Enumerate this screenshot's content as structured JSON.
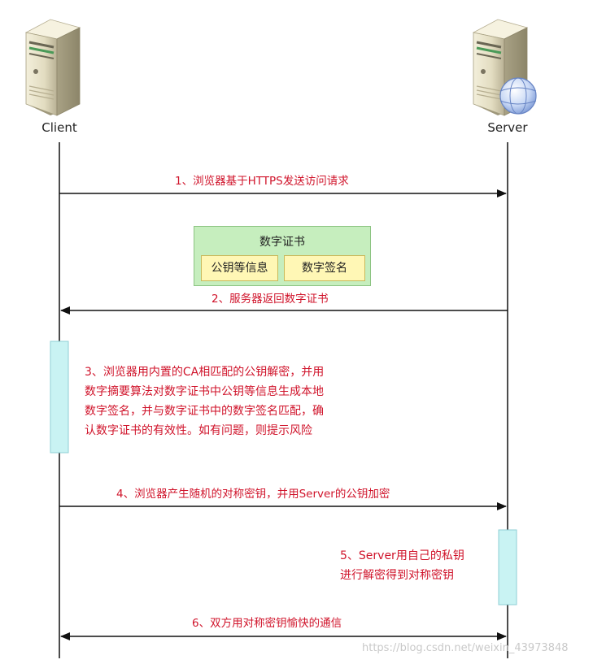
{
  "actors": {
    "client": {
      "label": "Client",
      "icon": "server-tower-icon"
    },
    "server": {
      "label": "Server",
      "icon": "server-tower-globe-icon"
    }
  },
  "messages": [
    {
      "id": "m1",
      "text": "1、浏览器基于HTTPS发送访问请求",
      "direction": "client-to-server"
    },
    {
      "id": "m2",
      "text": "2、服务器返回数字证书",
      "direction": "server-to-client"
    },
    {
      "id": "m4",
      "text": "4、浏览器产生随机的对称密钥，并用Server的公钥加密",
      "direction": "client-to-server"
    },
    {
      "id": "m6",
      "text": "6、双方用对称密钥愉快的通信",
      "direction": "bidirectional"
    }
  ],
  "certificate": {
    "title": "数字证书",
    "fields": [
      "公钥等信息",
      "数字签名"
    ]
  },
  "notes": {
    "client_step3": [
      "3、浏览器用内置的CA相匹配的公钥解密，并用",
      "数字摘要算法对数字证书中公钥等信息生成本地",
      "数字签名，并与数字证书中的数字签名匹配，确",
      "认数字证书的有效性。如有问题，则提示风险"
    ],
    "server_step5": [
      "5、Server用自己的私钥",
      "进行解密得到对称密钥"
    ]
  },
  "colors": {
    "message_text": "#d0142b",
    "certificate_bg": "#c6eebe",
    "certificate_field_bg": "#fff7b5",
    "activation_bg": "#c9f3f3"
  },
  "watermark": "https://blog.csdn.net/weixin_43973848"
}
